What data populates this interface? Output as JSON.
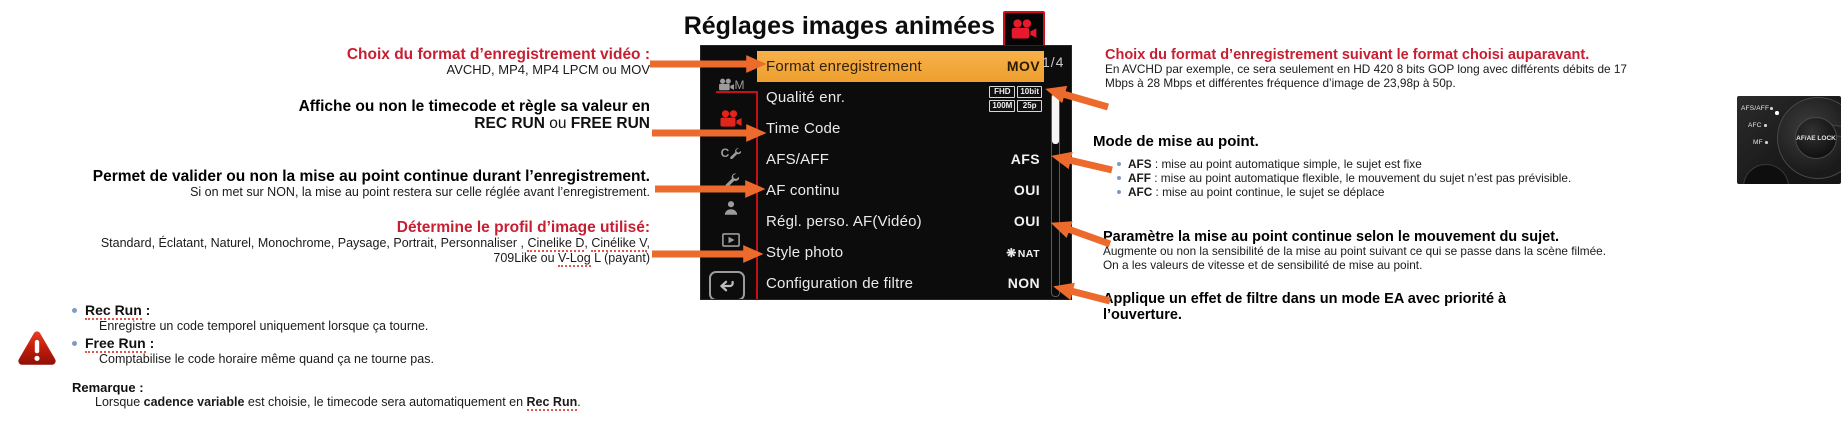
{
  "page": {
    "title": "Réglages images animées"
  },
  "menu": {
    "page_indicator": "1/4",
    "rows": [
      {
        "label": "Format enregistrement",
        "value": "MOV"
      },
      {
        "label": "Qualité enr.",
        "badges": [
          "FHD",
          "10bit",
          "100M",
          "25p"
        ]
      },
      {
        "label": "Time Code",
        "value": ""
      },
      {
        "label": "AFS/AFF",
        "value": "AFS"
      },
      {
        "label": "AF continu",
        "value": "OUI"
      },
      {
        "label": "Régl. perso. AF(Vidéo)",
        "value": "OUI"
      },
      {
        "label": "Style photo",
        "value": "NAT",
        "value_icon": "sparkle"
      },
      {
        "label": "Configuration de filtre",
        "value": "NON"
      }
    ],
    "sidebar_icons": [
      "creative-movie-mode",
      "movie-settings",
      "custom-settings",
      "setup",
      "my-menu",
      "playback",
      "return"
    ],
    "creative_movie_letter": "M",
    "custom_letter": "C"
  },
  "left_annotations": {
    "format": {
      "heading": "Choix du format d’enregistrement vidéo :",
      "body": "AVCHD, MP4, MP4 LPCM ou MOV"
    },
    "timecode": {
      "line1": "Affiche ou non le timecode et règle sa valeur en",
      "bold1": "REC RUN",
      "mid": " ou ",
      "bold2": "FREE RUN"
    },
    "af_continu": {
      "heading": "Permet de valider ou non la mise au point continue durant l’enregistrement.",
      "body": "Si on met sur NON, la mise au point restera sur celle réglée avant l’enregistrement."
    },
    "style_photo": {
      "heading": "Détermine le profil d’image utilisé:",
      "body_pre": "Standard, Éclatant, Naturel, Monochrome, Paysage, Portrait, Personnaliser , ",
      "cinelike_d": "Cinelike D",
      "sep1": ", ",
      "cinelike_v": "Cinélike V",
      "sep2": ",",
      "line2_pre": "709Like ou ",
      "vlog": "V-Log",
      "line2_post": " L (payant)"
    }
  },
  "warning": {
    "icon": "alert-triangle",
    "b1_title": "Rec Run",
    "b1_colon": " :",
    "b1_body": "Enregistre un code temporel uniquement lorsque ça tourne.",
    "b2_title": "Free Run",
    "b2_colon": " :",
    "b2_body": "Comptabilise le code horaire même quand ça ne tourne pas.",
    "note_title": "Remarque :",
    "note_pre": "Lorsque ",
    "note_bold": "cadence variable",
    "note_mid": " est choisie, le timecode sera automatiquement en ",
    "note_rec": "Rec Run",
    "note_end": "."
  },
  "right_annotations": {
    "format_detail": {
      "heading": "Choix du format d’enregistrement suivant le format choisi auparavant.",
      "body1": "En AVCHD par exemple, ce sera seulement en HD 420 8 bits GOP long avec différents débits de 17",
      "body2": "Mbps à 28 Mbps et différentes fréquence d’image de 23,98p à 50p."
    },
    "focus_mode": {
      "heading": "Mode de mise au point.",
      "bullets": [
        {
          "term": "AFS",
          "desc": " : mise au point automatique simple, le sujet est fixe"
        },
        {
          "term": "AFF",
          "desc": " : mise au point automatique flexible, le mouvement du sujet n’est pas prévisible."
        },
        {
          "term": "AFC",
          "desc": " : mise au point continue, le sujet se déplace"
        }
      ]
    },
    "custom_af": {
      "heading": "Paramètre la mise au point continue selon le mouvement du sujet.",
      "body1": "Augmente ou non la sensibilité de la mise au point suivant ce qui se passe dans la scène filmée.",
      "body2": "On a les valeurs de vitesse et de sensibilité de mise au point."
    },
    "filter": {
      "heading1": "Applique un effet de filtre dans un mode EA avec priorité à",
      "heading2": "l’ouverture."
    }
  },
  "photo": {
    "labels": [
      "AFS/AFF",
      "AFC",
      "MF"
    ],
    "dial_label": "AF/AE LOCK"
  },
  "colors": {
    "accent_red": "#c81e32",
    "arrow_orange": "#ED6A2D",
    "menu_highlight": "#F2A73B",
    "lumix_red": "#c61017"
  }
}
